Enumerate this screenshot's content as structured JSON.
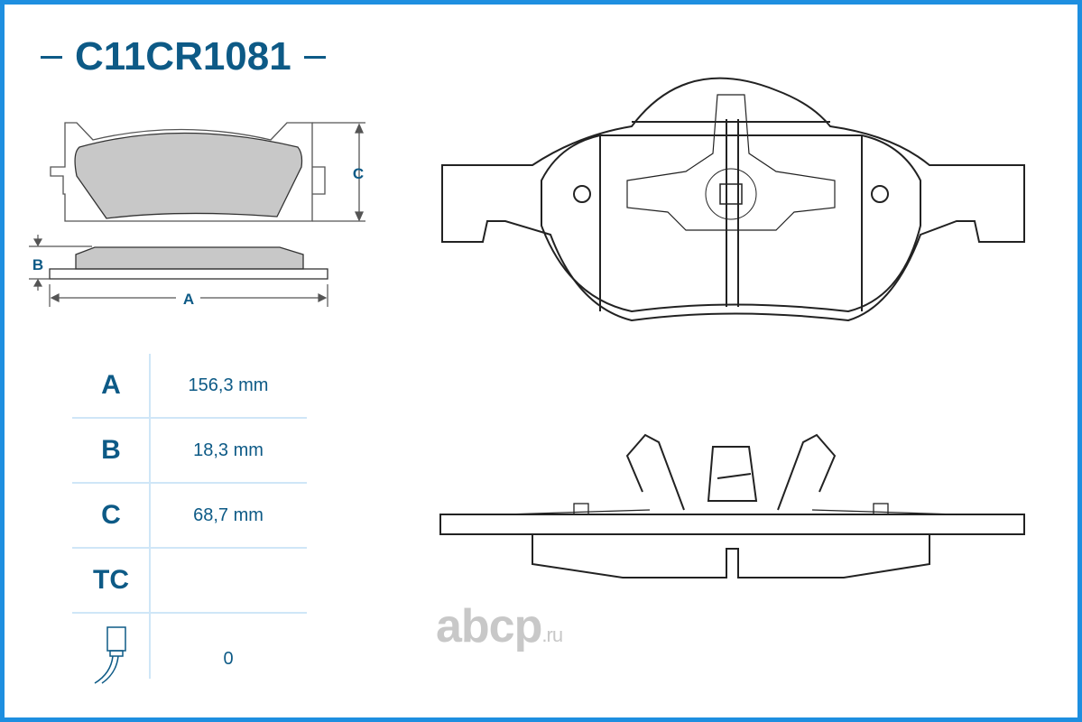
{
  "title": "C11CR1081",
  "dim_labels": {
    "a": "A",
    "b": "B",
    "c": "C"
  },
  "specs": [
    {
      "key": "A",
      "value": "156,3 mm"
    },
    {
      "key": "B",
      "value": "18,3 mm"
    },
    {
      "key": "C",
      "value": "68,7 mm"
    },
    {
      "key": "TC",
      "value": ""
    },
    {
      "icon": "wear-sensor-icon",
      "value": "0"
    }
  ],
  "watermark": {
    "main": "abcp",
    "suffix": ".ru"
  },
  "colors": {
    "brand": "#0d5a86",
    "frame": "#1e8fe0",
    "grid": "#cfe6f7",
    "pad": "#c8c8c8"
  }
}
